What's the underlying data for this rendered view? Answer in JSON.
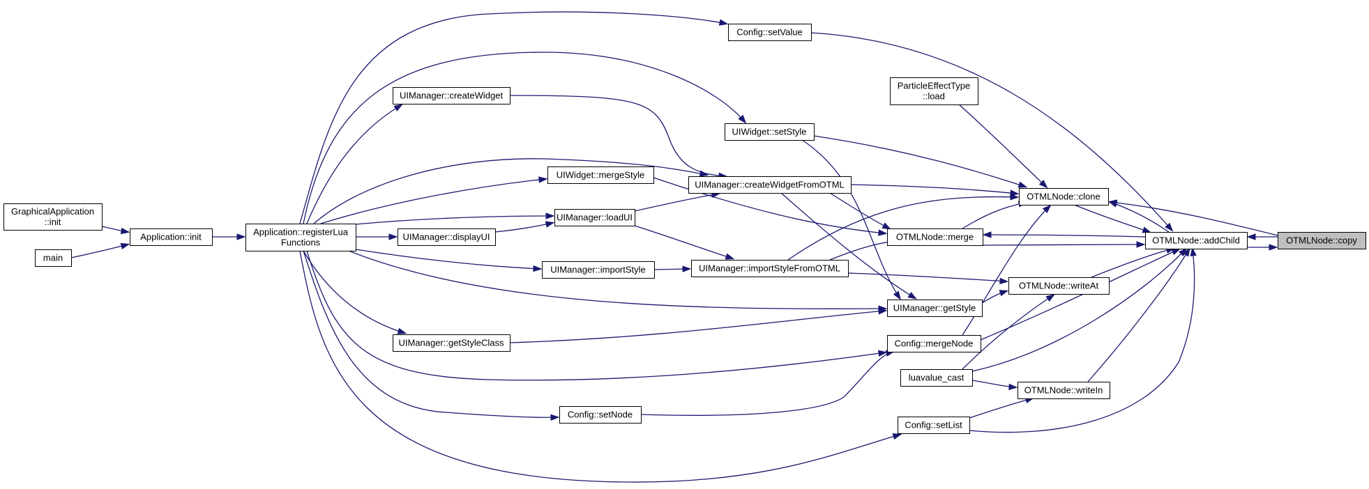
{
  "graph": {
    "edge_color": "#191970",
    "highlight_fill": "#bfbfbf",
    "nodes": [
      {
        "id": "ga_init",
        "lines": [
          "GraphicalApplication",
          "::init"
        ]
      },
      {
        "id": "main",
        "lines": [
          "main"
        ]
      },
      {
        "id": "app_init",
        "lines": [
          "Application::init"
        ]
      },
      {
        "id": "reglua",
        "lines": [
          "Application::registerLua",
          "Functions"
        ]
      },
      {
        "id": "cfg_setvalue",
        "lines": [
          "Config::setValue"
        ]
      },
      {
        "id": "ui_createwidget",
        "lines": [
          "UIManager::createWidget"
        ]
      },
      {
        "id": "uiw_setstyle",
        "lines": [
          "UIWidget::setStyle"
        ]
      },
      {
        "id": "pet_load",
        "lines": [
          "ParticleEffectType",
          "::load"
        ]
      },
      {
        "id": "uiw_mergestyle",
        "lines": [
          "UIWidget::mergeStyle"
        ]
      },
      {
        "id": "ui_cwfo",
        "lines": [
          "UIManager::createWidgetFromOTML"
        ]
      },
      {
        "id": "ui_loadui",
        "lines": [
          "UIManager::loadUI"
        ]
      },
      {
        "id": "ui_displayui",
        "lines": [
          "UIManager::displayUI"
        ]
      },
      {
        "id": "ui_importstyle",
        "lines": [
          "UIManager::importStyle"
        ]
      },
      {
        "id": "ui_isfo",
        "lines": [
          "UIManager::importStyleFromOTML"
        ]
      },
      {
        "id": "otml_clone",
        "lines": [
          "OTMLNode::clone"
        ]
      },
      {
        "id": "otml_merge",
        "lines": [
          "OTMLNode::merge"
        ]
      },
      {
        "id": "otml_addchild",
        "lines": [
          "OTMLNode::addChild"
        ]
      },
      {
        "id": "otml_copy",
        "lines": [
          "OTMLNode::copy"
        ],
        "highlight": true
      },
      {
        "id": "otml_writeat",
        "lines": [
          "OTMLNode::writeAt"
        ]
      },
      {
        "id": "ui_getstyle",
        "lines": [
          "UIManager::getStyle"
        ]
      },
      {
        "id": "ui_getstyleclass",
        "lines": [
          "UIManager::getStyleClass"
        ]
      },
      {
        "id": "cfg_mergenode",
        "lines": [
          "Config::mergeNode"
        ]
      },
      {
        "id": "luavalue_cast",
        "lines": [
          "luavalue_cast"
        ]
      },
      {
        "id": "otml_writein",
        "lines": [
          "OTMLNode::writeIn"
        ]
      },
      {
        "id": "cfg_setnode",
        "lines": [
          "Config::setNode"
        ]
      },
      {
        "id": "cfg_setlist",
        "lines": [
          "Config::setList"
        ]
      }
    ],
    "edges": [
      {
        "from": "ga_init",
        "to": "app_init"
      },
      {
        "from": "main",
        "to": "app_init"
      },
      {
        "from": "app_init",
        "to": "reglua"
      },
      {
        "from": "reglua",
        "to": "cfg_setvalue"
      },
      {
        "from": "reglua",
        "to": "ui_createwidget"
      },
      {
        "from": "reglua",
        "to": "uiw_setstyle"
      },
      {
        "from": "reglua",
        "to": "uiw_mergestyle"
      },
      {
        "from": "reglua",
        "to": "ui_cwfo"
      },
      {
        "from": "reglua",
        "to": "ui_loadui"
      },
      {
        "from": "reglua",
        "to": "ui_displayui"
      },
      {
        "from": "reglua",
        "to": "ui_importstyle"
      },
      {
        "from": "reglua",
        "to": "ui_getstyle"
      },
      {
        "from": "reglua",
        "to": "ui_getstyleclass"
      },
      {
        "from": "reglua",
        "to": "cfg_mergenode"
      },
      {
        "from": "reglua",
        "to": "cfg_setnode"
      },
      {
        "from": "reglua",
        "to": "cfg_setlist"
      },
      {
        "from": "ui_createwidget",
        "to": "ui_cwfo"
      },
      {
        "from": "ui_displayui",
        "to": "ui_loadui"
      },
      {
        "from": "ui_loadui",
        "to": "ui_cwfo"
      },
      {
        "from": "ui_loadui",
        "to": "ui_isfo"
      },
      {
        "from": "ui_importstyle",
        "to": "ui_isfo"
      },
      {
        "from": "ui_cwfo",
        "to": "otml_clone"
      },
      {
        "from": "ui_cwfo",
        "to": "otml_merge"
      },
      {
        "from": "ui_cwfo",
        "to": "ui_getstyle"
      },
      {
        "from": "ui_isfo",
        "to": "otml_clone"
      },
      {
        "from": "ui_isfo",
        "to": "otml_merge"
      },
      {
        "from": "ui_isfo",
        "to": "otml_writeat"
      },
      {
        "from": "uiw_setstyle",
        "to": "otml_clone"
      },
      {
        "from": "uiw_setstyle",
        "to": "ui_getstyle"
      },
      {
        "from": "uiw_mergestyle",
        "to": "otml_merge"
      },
      {
        "from": "ui_getstyleclass",
        "to": "ui_getstyle"
      },
      {
        "from": "ui_getstyle",
        "to": "otml_writeat"
      },
      {
        "from": "pet_load",
        "to": "otml_clone"
      },
      {
        "from": "cfg_setvalue",
        "to": "otml_addchild"
      },
      {
        "from": "otml_merge",
        "to": "otml_clone"
      },
      {
        "from": "otml_merge",
        "to": "otml_addchild"
      },
      {
        "from": "otml_clone",
        "to": "otml_addchild"
      },
      {
        "from": "otml_addchild",
        "to": "otml_clone"
      },
      {
        "from": "otml_addchild",
        "to": "otml_merge"
      },
      {
        "from": "otml_addchild",
        "to": "otml_copy"
      },
      {
        "from": "otml_copy",
        "to": "otml_clone"
      },
      {
        "from": "otml_copy",
        "to": "otml_addchild"
      },
      {
        "from": "otml_writeat",
        "to": "otml_addchild"
      },
      {
        "from": "cfg_mergenode",
        "to": "otml_clone"
      },
      {
        "from": "cfg_mergenode",
        "to": "otml_addchild"
      },
      {
        "from": "luavalue_cast",
        "to": "otml_writeat"
      },
      {
        "from": "luavalue_cast",
        "to": "otml_writein"
      },
      {
        "from": "luavalue_cast",
        "to": "otml_addchild"
      },
      {
        "from": "otml_writein",
        "to": "otml_addchild"
      },
      {
        "from": "cfg_setlist",
        "to": "otml_writein"
      },
      {
        "from": "cfg_setlist",
        "to": "otml_addchild"
      },
      {
        "from": "cfg_setnode",
        "to": "cfg_mergenode"
      }
    ]
  }
}
